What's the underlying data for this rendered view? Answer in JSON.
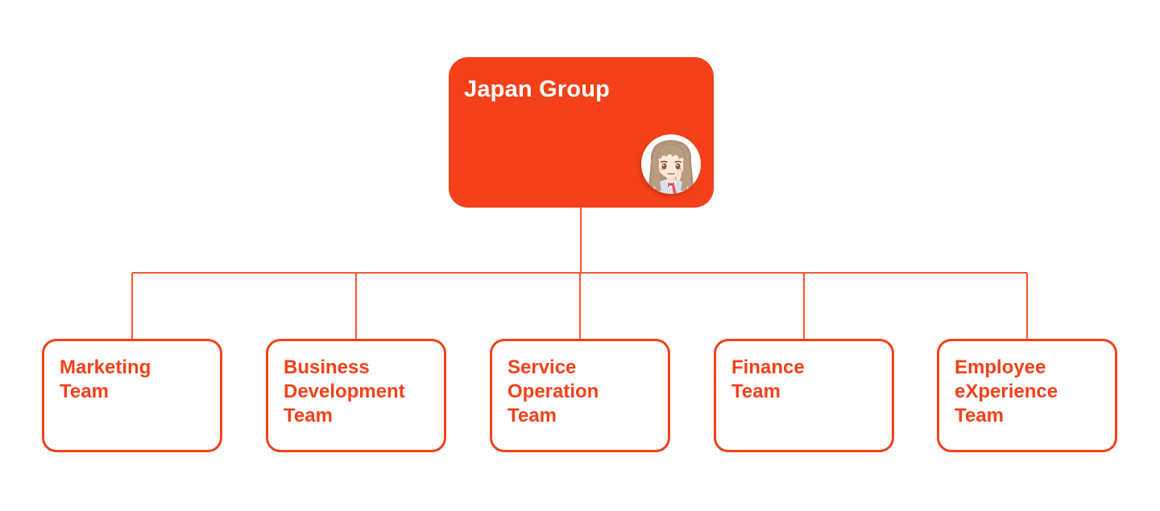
{
  "org_chart": {
    "type": "org-chart",
    "root": {
      "label": "Japan Group",
      "avatar": "anime-girl-avatar"
    },
    "children": [
      {
        "label": "Marketing\nTeam"
      },
      {
        "label": "Business\nDevelopment\nTeam"
      },
      {
        "label": "Service\nOperation\nTeam"
      },
      {
        "label": "Finance\nTeam"
      },
      {
        "label": "Employee\neXperience\nTeam"
      }
    ]
  },
  "colors": {
    "accent": "#F4411A",
    "root_fill": "#F4411A",
    "root_text": "#FFFFFF",
    "child_fill": "#FFFFFF",
    "child_border": "#F4411A",
    "child_text": "#F4411A",
    "connector": "#F4411A",
    "background": "#FFFFFF"
  }
}
